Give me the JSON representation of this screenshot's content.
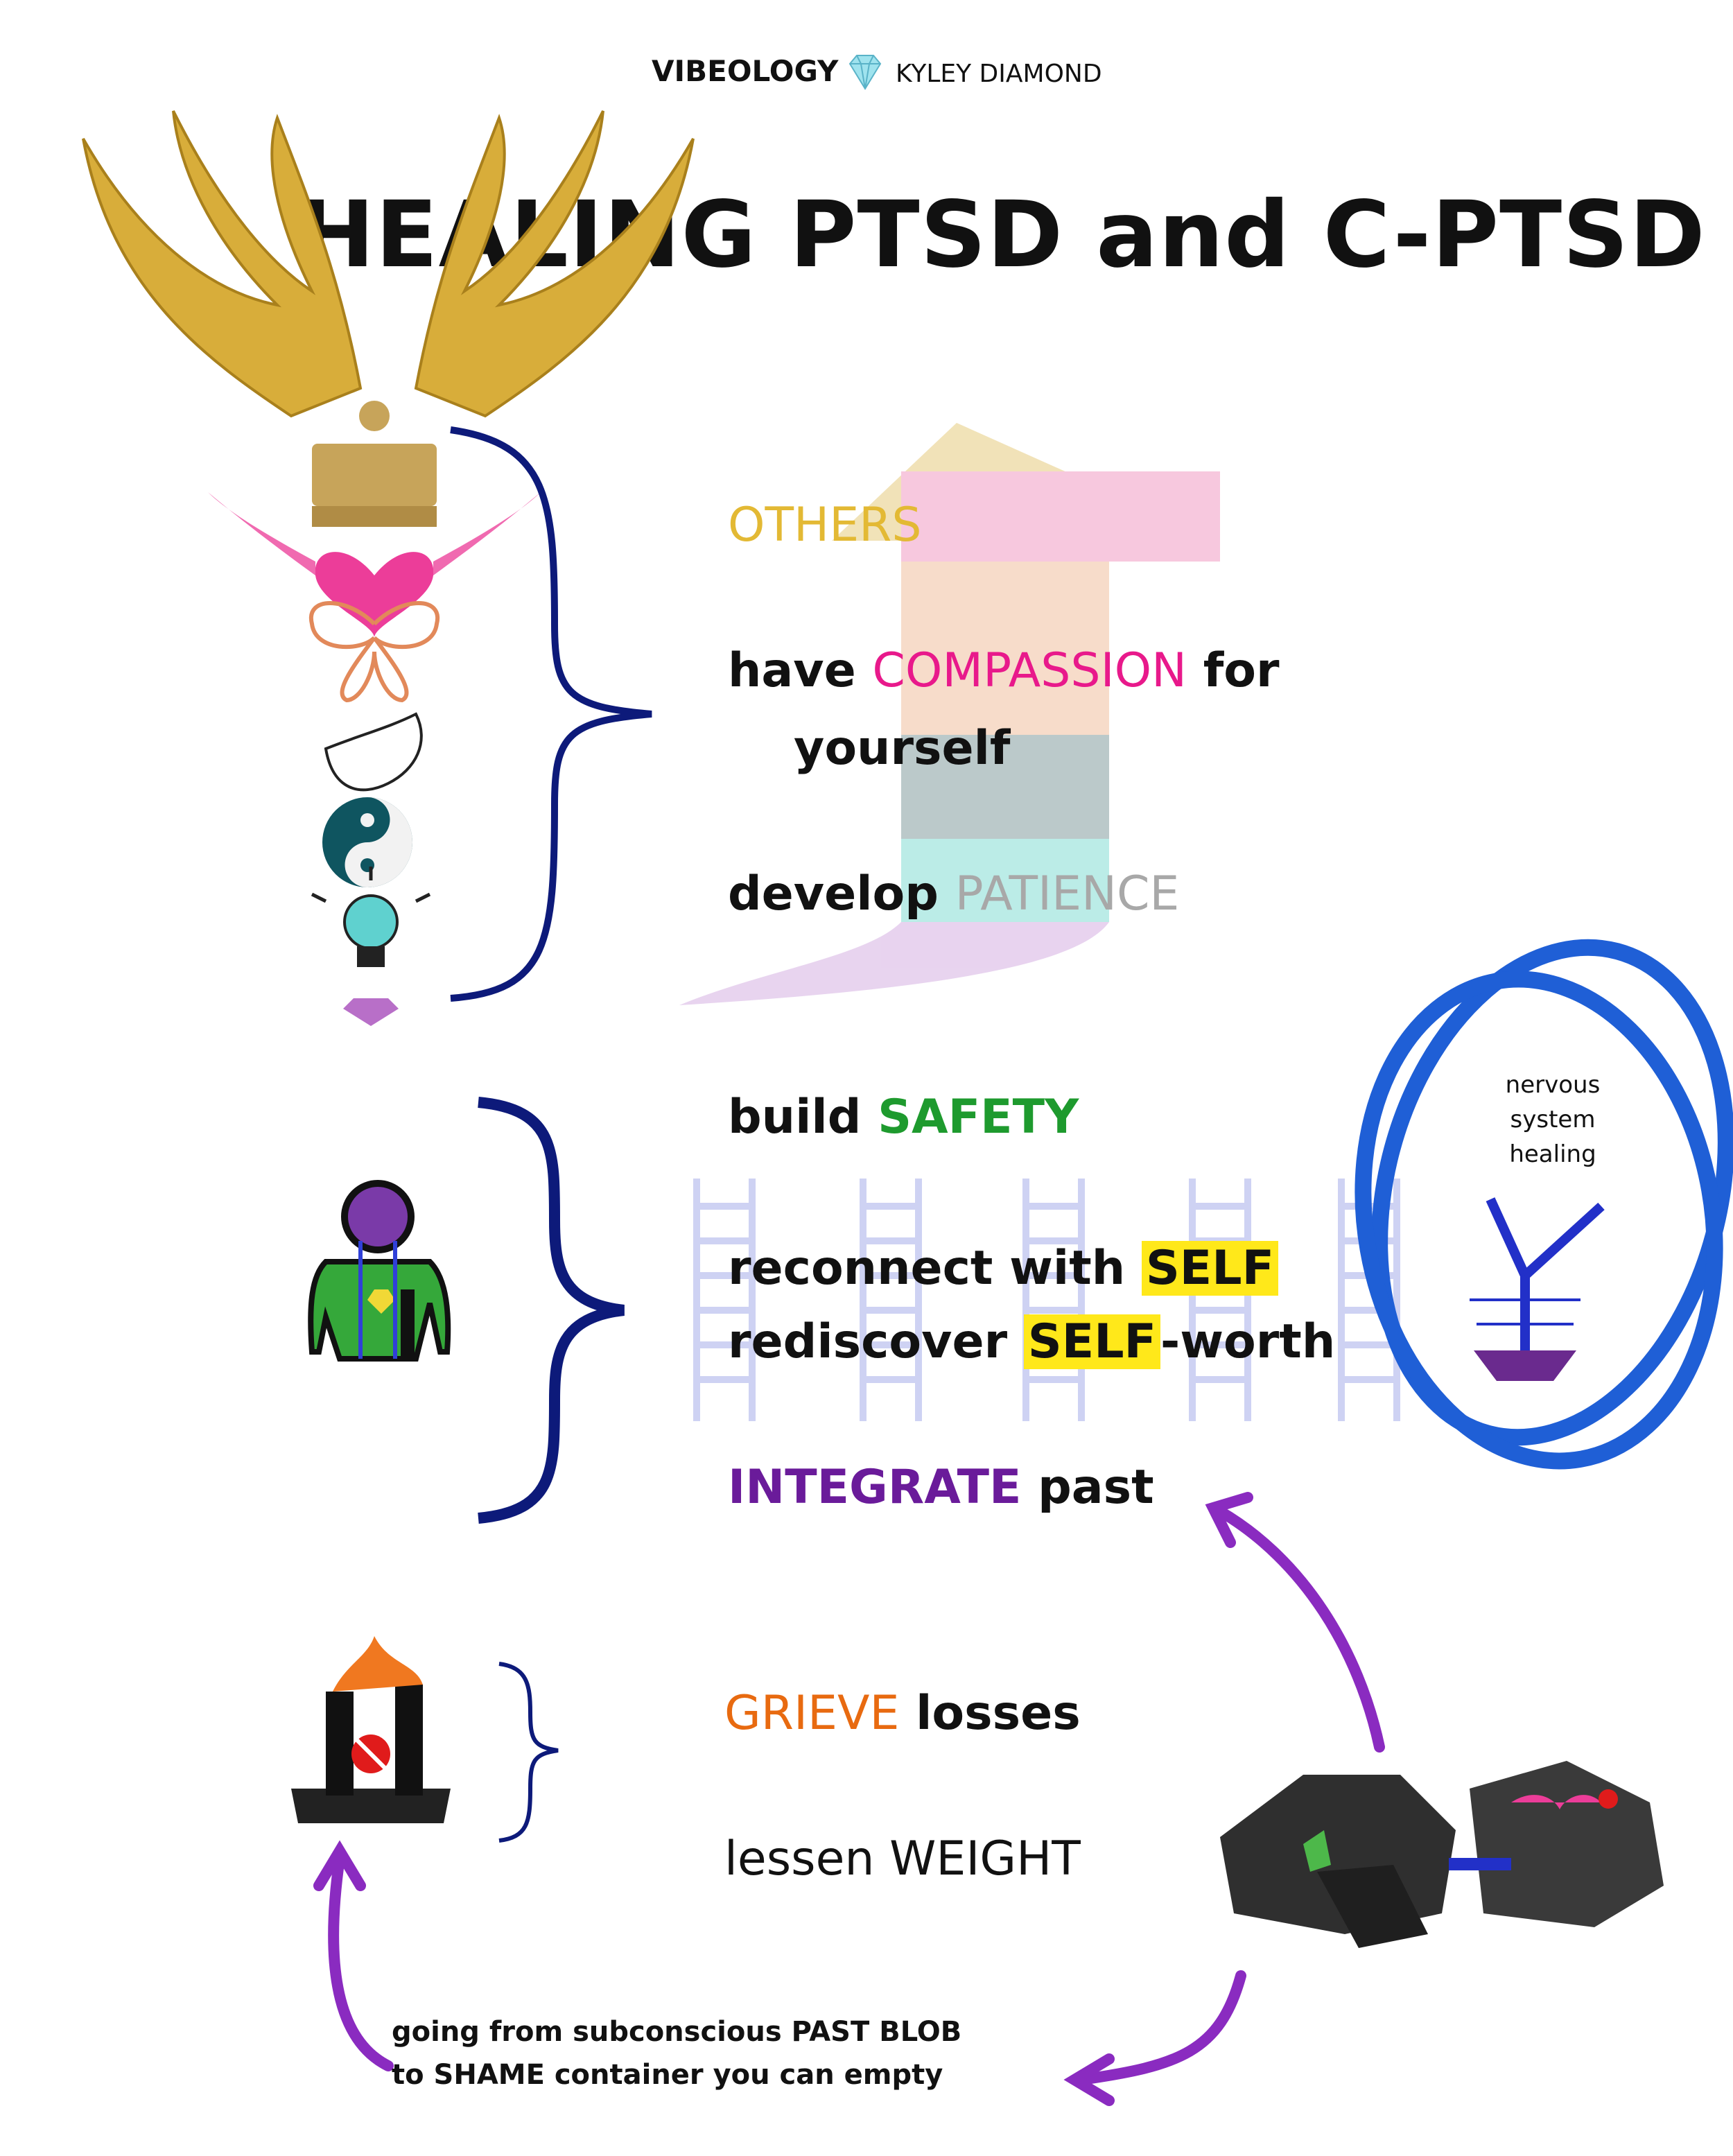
{
  "header": {
    "brand_left": "VIBEOLOGY",
    "brand_right": "KYLEY DIAMOND",
    "title": "HEALING PTSD and C-PTSD"
  },
  "top_section": {
    "others": "OTHERS",
    "compassion_pre": "have ",
    "compassion_word": "COMPASSION",
    "compassion_post": " for",
    "compassion_line2": "yourself",
    "patience_pre": "develop ",
    "patience_word": "PATIENCE"
  },
  "middle_section": {
    "safety_pre": "build ",
    "safety_word": "SAFETY",
    "reconnect_pre": "reconnect with ",
    "reconnect_word": "SELF",
    "rediscover_pre": "rediscover ",
    "rediscover_word": "SELF",
    "rediscover_post": "-worth",
    "integrate_word": "INTEGRATE",
    "integrate_post": " past",
    "nervous_line1": "nervous",
    "nervous_line2": "system",
    "nervous_line3": "healing"
  },
  "bottom_section": {
    "grieve_word": "GRIEVE",
    "grieve_post": " losses",
    "weight_text": "lessen WEIGHT",
    "caption_line1": "going from subconscious PAST BLOB",
    "caption_line2": "to SHAME container you can empty"
  },
  "colors": {
    "others": "#e3b934",
    "compassion": "#e8198b",
    "patience": "#a8a8a8",
    "safety": "#1e9a2e",
    "integrate": "#6a1b9a",
    "grieve": "#e86a10",
    "brace": "#0d1a7a",
    "circle": "#1f5fd6",
    "arrow_purple": "#8a2bc0"
  }
}
